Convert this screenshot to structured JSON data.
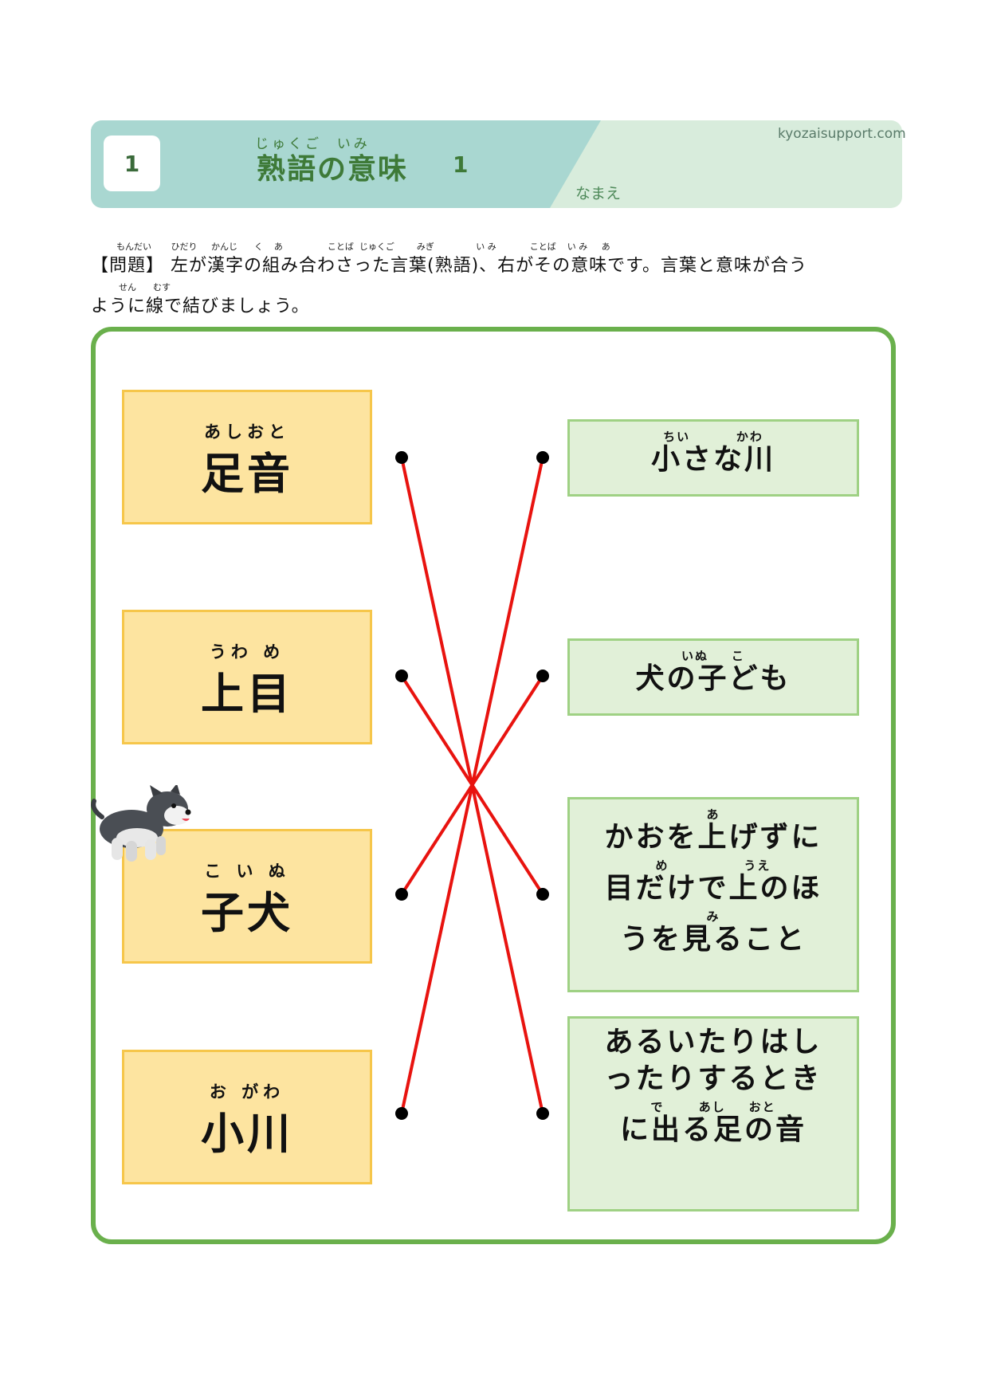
{
  "header": {
    "number": "1",
    "title_ruby": "じゅくご  いみ",
    "title": "熟語の意味",
    "title_number": "1",
    "site": "kyozaisupport.com",
    "name_label": "なまえ",
    "colors": {
      "teal": "#a9d7d1",
      "light_green": "#d8ecdc",
      "title_green": "#3e7a38"
    }
  },
  "instructions": {
    "ruby_line1": "もんだい       ひだり     かんじ      く    あ                ことば  じゅくご        みぎ               い み            ことば    い み     あ",
    "line1": "【問題】 左が漢字の組み合わさった言葉(熟語)、右がその意味です。言葉と意味が合う",
    "ruby_line2": "          せん      むす",
    "line2": "ように線で結びましょう。"
  },
  "words": [
    {
      "ruby": "あしおと",
      "text": "足音"
    },
    {
      "ruby": "うわ め",
      "text": "上目"
    },
    {
      "ruby": "こ い ぬ",
      "text": "子犬"
    },
    {
      "ruby": "お がわ",
      "text": "小川"
    }
  ],
  "meanings": [
    {
      "lines": [
        {
          "ruby": "ちい        かわ",
          "text": "小さな川"
        }
      ]
    },
    {
      "lines": [
        {
          "ruby": "いぬ    こ",
          "text": "犬の子ども"
        }
      ]
    },
    {
      "lines": [
        {
          "ruby": "あ",
          "text": "かおを上げずに"
        },
        {
          "ruby": "め             うえ",
          "text": "目だけで上のほ"
        },
        {
          "ruby": "み",
          "text": "うを見ること"
        }
      ]
    },
    {
      "lines": [
        {
          "ruby": "",
          "text": "あるいたりはし"
        },
        {
          "ruby": "",
          "text": "ったりするとき"
        },
        {
          "ruby": "で      あし    おと",
          "text": "に出る足の音"
        }
      ]
    }
  ],
  "connections": [
    {
      "from": "足音",
      "to": "あるいたりはしったりするときに出る足の音"
    },
    {
      "from": "上目",
      "to": "かおを上げずに目だけで上のほうを見ること"
    },
    {
      "from": "子犬",
      "to": "犬の子ども"
    },
    {
      "from": "小川",
      "to": "小さな川"
    }
  ],
  "line_color": "#e8130f",
  "illustration": {
    "icon": "dog-icon"
  }
}
